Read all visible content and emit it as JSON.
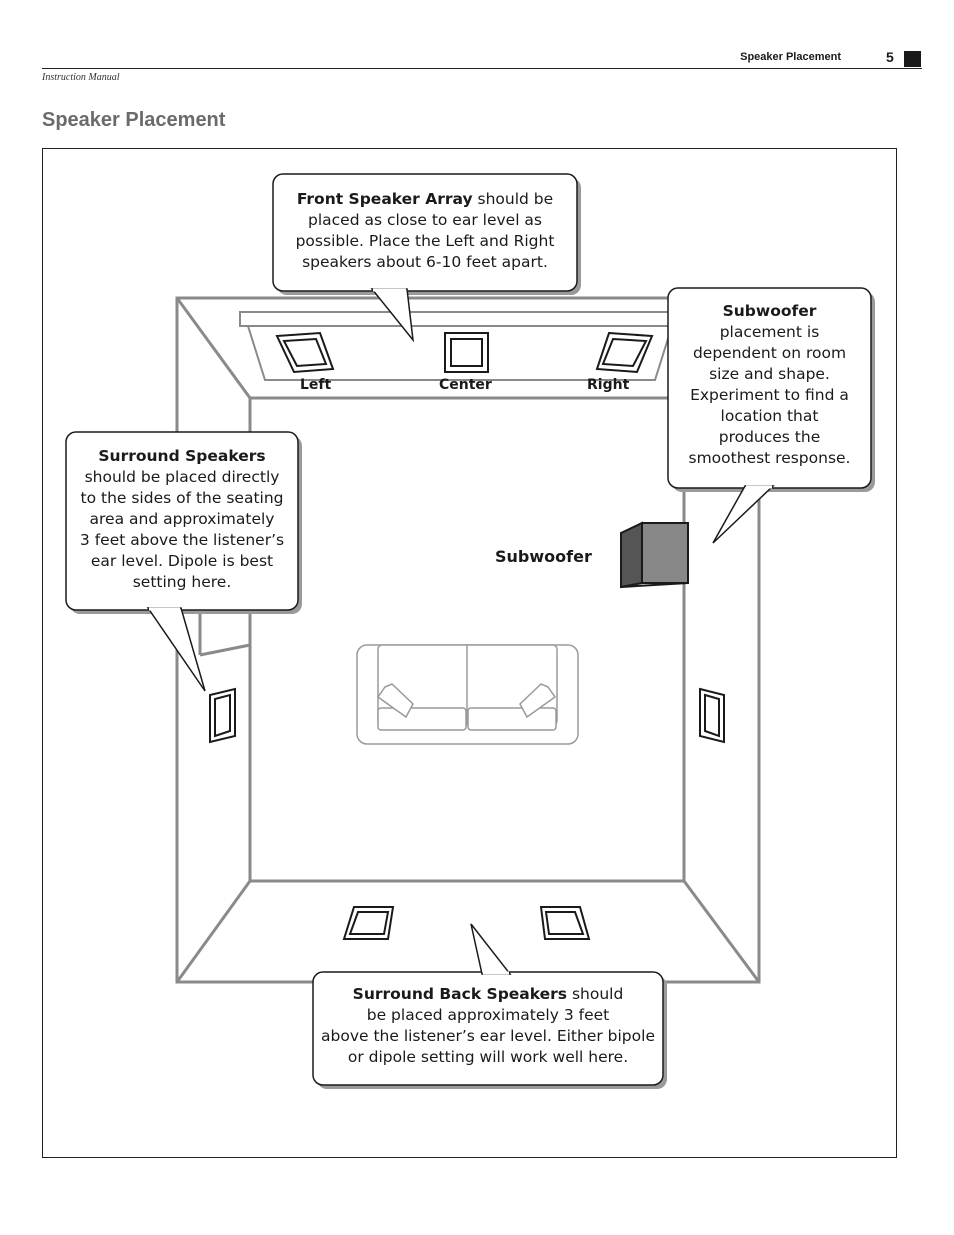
{
  "header": {
    "section": "Speaker Placement",
    "page_number": "5",
    "manual": "Instruction Manual"
  },
  "title": "Speaker Placement",
  "speakers": {
    "left": "Left",
    "center": "Center",
    "right": "Right"
  },
  "subwoofer_label": "Subwoofer",
  "callouts": {
    "front": {
      "bold": "Front Speaker Array",
      "text1": " should be",
      "text2": "placed as close to ear level as",
      "text3": "possible. Place the Left and Right",
      "text4": "speakers about 6-10 feet apart."
    },
    "subwoofer": {
      "bold": "Subwoofer",
      "lines": [
        "placement is",
        "dependent on room",
        "size and shape.",
        "Experiment to find a",
        "location that",
        "produces the",
        "smoothest response."
      ]
    },
    "surround": {
      "bold": "Surround Speakers",
      "lines": [
        "should be placed directly",
        "to the sides of the seating",
        "area and approximately",
        "3 feet above the listener’s",
        "ear level. Dipole is best",
        "setting here."
      ]
    },
    "back": {
      "bold": "Surround Back Speakers",
      "text1": " should",
      "lines": [
        "be placed approximately 3 feet",
        "above the listener’s ear level. Either bipole",
        "or dipole setting will work well here."
      ]
    }
  }
}
